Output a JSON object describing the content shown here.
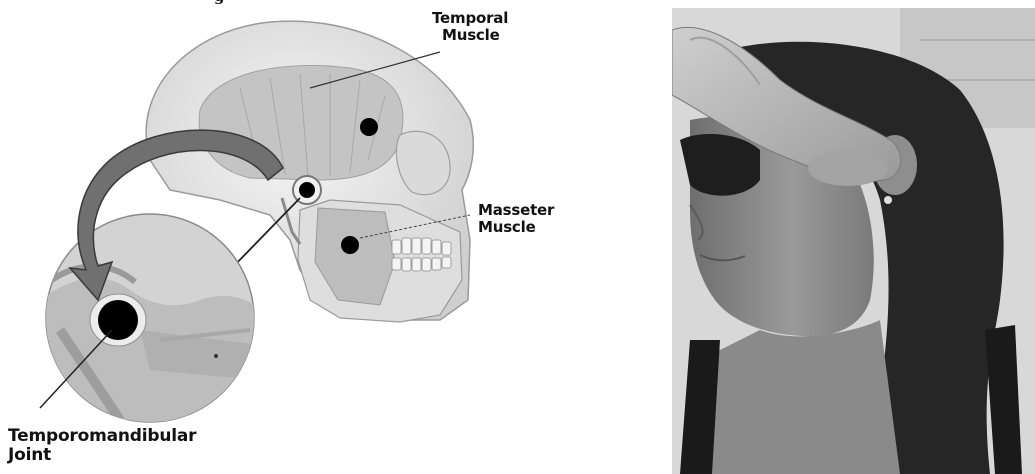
{
  "diagram": {
    "labels": {
      "temporal": [
        "Temporal",
        "Muscle"
      ],
      "masseter": [
        "Masseter",
        "Muscle"
      ],
      "tmj": [
        "Temporomandibular",
        "Joint"
      ],
      "top_fragment": "g"
    }
  },
  "colors": {
    "skull": "#e9e9e9",
    "muscle": "#c9c9c9",
    "marker": "#000000",
    "arrow": "#6f6f6f",
    "photo_bg": "#d9d9d9"
  }
}
